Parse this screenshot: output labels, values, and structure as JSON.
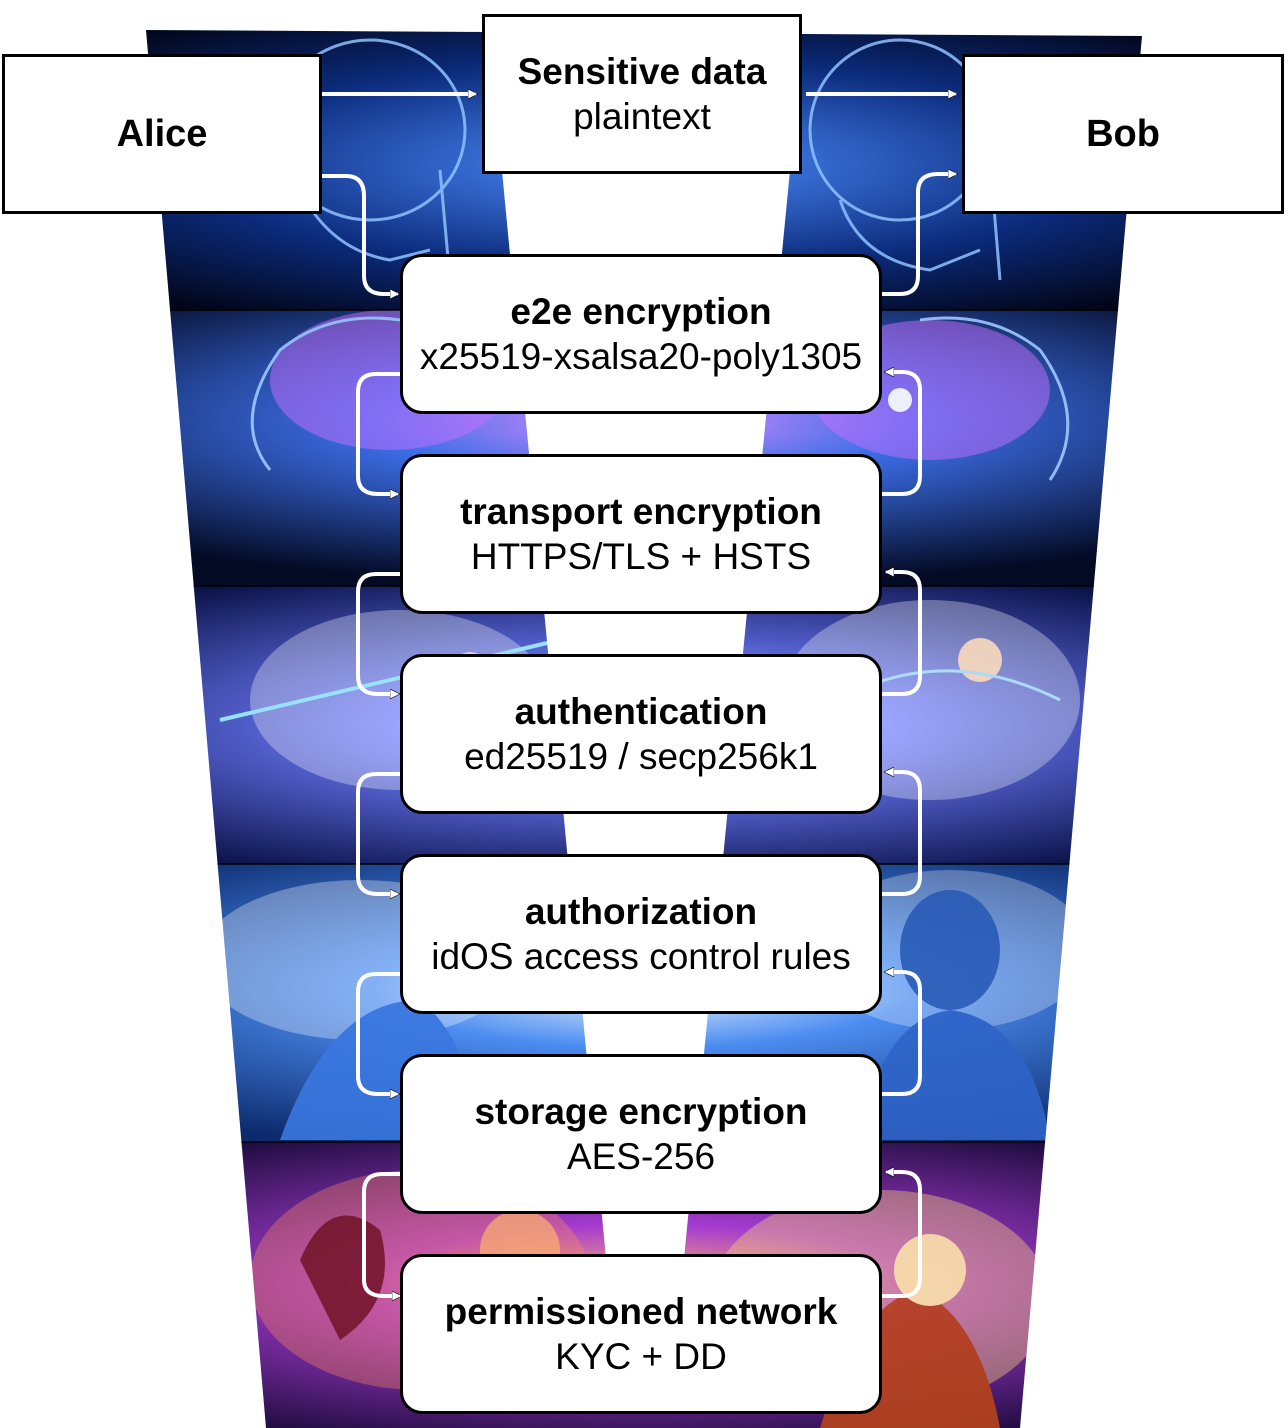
{
  "parties": {
    "alice": "Alice",
    "bob": "Bob"
  },
  "data_box": {
    "title": "Sensitive data",
    "subtitle": "plaintext"
  },
  "layers": [
    {
      "title": "e2e encryption",
      "subtitle": "x25519-xsalsa20-poly1305"
    },
    {
      "title": "transport encryption",
      "subtitle": "HTTPS/TLS + HSTS"
    },
    {
      "title": "authentication",
      "subtitle": "ed25519 / secp256k1"
    },
    {
      "title": "authorization",
      "subtitle": "idOS access control rules"
    },
    {
      "title": "storage encryption",
      "subtitle": "AES-256"
    },
    {
      "title": "permissioned network",
      "subtitle": "KYC + DD"
    }
  ],
  "colors": {
    "arrow": "#ffffff",
    "box_border": "#000000",
    "panel_background_deep": "#03061a",
    "panel_glow_blue": "#3a7bff",
    "panel_glow_purple": "#8a3dd6"
  }
}
